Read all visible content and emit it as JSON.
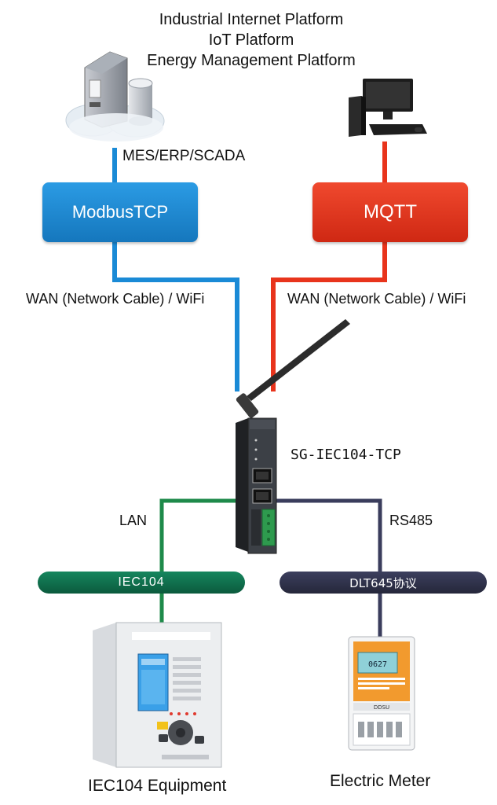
{
  "platform_lines": [
    "Industrial Internet Platform",
    "IoT Platform",
    "Energy Management Platform"
  ],
  "server_label": "MES/ERP/SCADA",
  "modbus_label": "ModbusTCP",
  "mqtt_label": "MQTT",
  "wan_left": "WAN (Network Cable) / WiFi",
  "wan_right": "WAN (Network Cable) / WiFi",
  "gateway_label": "SG-IEC104-TCP",
  "lan_label": "LAN",
  "rs485_label": "RS485",
  "iec104_bar": "IEC104",
  "dlt645_bar": "DLT645协议",
  "equipment_label": "IEC104 Equipment",
  "meter_label": "Electric Meter",
  "meter_brand": "DDSU",
  "colors": {
    "modbus": "#1a8ad6",
    "mqtt": "#e8341c",
    "lan": "#1e8a4a",
    "rs485": "#3a3d5c",
    "iec104_bar": "#0e6b4a",
    "dlt645_bar": "#30324a"
  }
}
